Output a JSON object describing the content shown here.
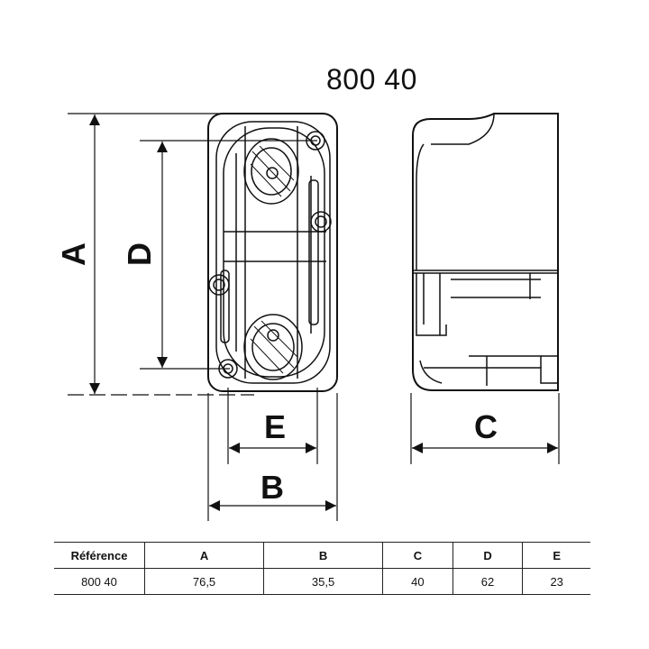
{
  "title": "800 40",
  "labels": {
    "a": "A",
    "b": "B",
    "c": "C",
    "d": "D",
    "e": "E"
  },
  "table": {
    "headers": [
      "Référence",
      "A",
      "B",
      "C",
      "D",
      "E"
    ],
    "row": [
      "800 40",
      "76,5",
      "35,5",
      "40",
      "62",
      "23"
    ]
  }
}
